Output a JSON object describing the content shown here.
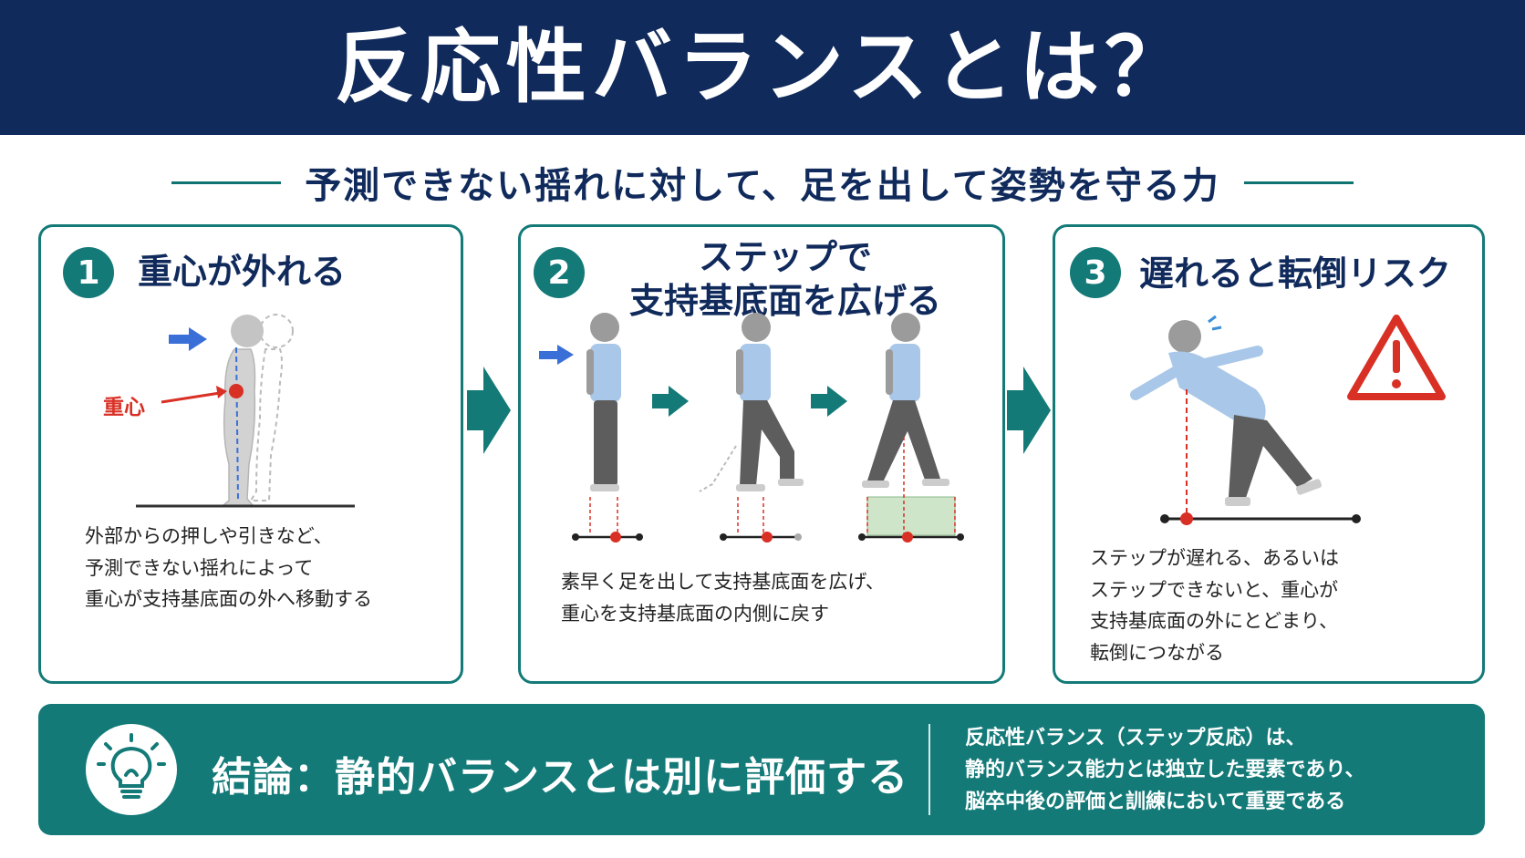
{
  "header": {
    "title": "反応性バランスとは？"
  },
  "subtitle": "予測できない揺れに対して、足を出して姿勢を守る力",
  "panels": [
    {
      "number": "1",
      "title": "重心が外れる",
      "label": "重心",
      "description": "外部からの押しや引きなど、\n予測できない揺れによって\n重心が支持基底面の外へ移動する"
    },
    {
      "number": "2",
      "title": "ステップで\n支持基底面を広げる",
      "description": "素早く足を出して支持基底面を広げ、\n重心を支持基底面の内側に戻す"
    },
    {
      "number": "3",
      "title": "遅れると転倒リスク",
      "description": "ステップが遅れる、あるいは\nステップできないと、重心が\n支持基底面の外にとどまり、\n転倒につながる"
    }
  ],
  "conclusion": {
    "title": "結論：静的バランスとは別に評価する",
    "note": "反応性バランス（ステップ反応）は、\n静的バランス能力とは独立した要素であり、\n脳卒中後の評価と訓練において重要である"
  },
  "colors": {
    "navy": "#102a5c",
    "teal": "#137a78",
    "red": "#d93025",
    "blue": "#3a6fd8",
    "shirt": "#a9c7e8",
    "pants": "#5d5d5d",
    "skin": "#9b9b9b",
    "base_green": "#cfe5c9"
  },
  "icons": [
    "lightbulb-icon",
    "warning-icon",
    "push-arrow-icon",
    "step-arrow-icon",
    "sweat-icon"
  ]
}
